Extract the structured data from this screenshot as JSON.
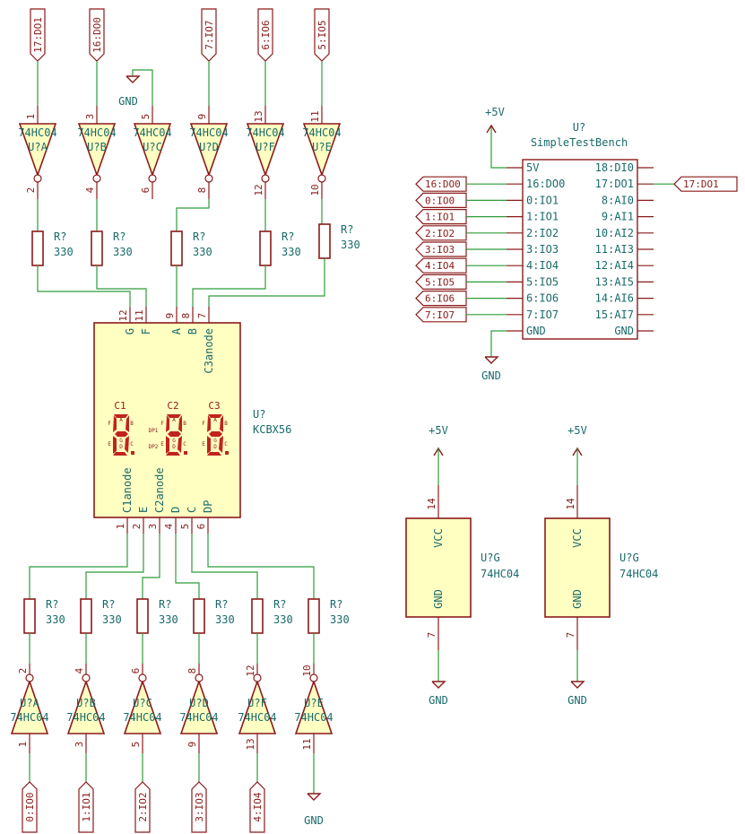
{
  "ic_name": "74HC04",
  "resistor_ref": "R?",
  "resistor_value": "330",
  "power": {
    "gnd": "GND",
    "vcc": "+5V"
  },
  "top_gates": [
    {
      "label": "17:DO1",
      "unit": "U?A",
      "in": "1",
      "out": "2",
      "type": "port"
    },
    {
      "label": "16:DO0",
      "unit": "U?B",
      "in": "3",
      "out": "4",
      "type": "port"
    },
    {
      "label": "GND",
      "unit": "U?C",
      "in": "5",
      "out": "6",
      "type": "gnd"
    },
    {
      "label": "7:IO7",
      "unit": "U?D",
      "in": "9",
      "out": "8",
      "type": "port"
    },
    {
      "label": "6:IO6",
      "unit": "U?F",
      "in": "13",
      "out": "12",
      "type": "port"
    },
    {
      "label": "5:IO5",
      "unit": "U?E",
      "in": "11",
      "out": "10",
      "type": "port"
    }
  ],
  "bottom_gates": [
    {
      "label": "0:IO0",
      "unit": "U?A",
      "in": "1",
      "out": "2",
      "type": "port"
    },
    {
      "label": "1:IO1",
      "unit": "U?B",
      "in": "3",
      "out": "4",
      "type": "port"
    },
    {
      "label": "2:IO2",
      "unit": "U?C",
      "in": "5",
      "out": "6",
      "type": "port"
    },
    {
      "label": "3:IO3",
      "unit": "U?D",
      "in": "9",
      "out": "8",
      "type": "port"
    },
    {
      "label": "4:IO4",
      "unit": "U?F",
      "in": "13",
      "out": "12",
      "type": "port"
    },
    {
      "label": "GND",
      "unit": "U?E",
      "in": "11",
      "out": "10",
      "type": "gnd"
    }
  ],
  "display": {
    "ref": "U?",
    "value": "KCBX56",
    "digits": [
      "C1",
      "C2",
      "C3"
    ],
    "dp1": "DP1",
    "dp2": "DP2",
    "top_pins": [
      {
        "num": "12",
        "name": "G"
      },
      {
        "num": "11",
        "name": "F"
      },
      {
        "num": "9",
        "name": "A"
      },
      {
        "num": "8",
        "name": "B"
      },
      {
        "num": "7",
        "name": "C3anode"
      }
    ],
    "bottom_pins": [
      {
        "num": "1",
        "name": "C1anode"
      },
      {
        "num": "2",
        "name": "E"
      },
      {
        "num": "3",
        "name": "C2anode"
      },
      {
        "num": "4",
        "name": "D"
      },
      {
        "num": "5",
        "name": "C"
      },
      {
        "num": "6",
        "name": "DP"
      }
    ],
    "seg_letters": [
      "A",
      "B",
      "C",
      "D",
      "E",
      "F",
      "G"
    ]
  },
  "testbench": {
    "ref": "U?",
    "name": "SimpleTestBench",
    "left_pins": [
      "5V",
      "16:DO0",
      "0:IO1",
      "1:IO1",
      "2:IO2",
      "3:IO3",
      "4:IO4",
      "5:IO5",
      "6:IO6",
      "7:IO7",
      "GND"
    ],
    "right_pins": [
      "18:DI0",
      "17:DO1",
      "8:AI0",
      "9:AI1",
      "10:AI2",
      "11:AI3",
      "12:AI4",
      "13:AI5",
      "14:AI6",
      "15:AI7",
      "GND"
    ],
    "left_ports": [
      "16:DO0",
      "0:IO0",
      "1:IO1",
      "2:IO2",
      "3:IO3",
      "4:IO4",
      "5:IO5",
      "6:IO6",
      "7:IO7"
    ],
    "right_port": "17:DO1"
  },
  "power_units": [
    {
      "ref": "U?G",
      "value": "74HC04",
      "vcc_pin": "14",
      "gnd_pin": "7",
      "vcc_name": "VCC",
      "gnd_name": "GND"
    },
    {
      "ref": "U?G",
      "value": "74HC04",
      "vcc_pin": "14",
      "gnd_pin": "7",
      "vcc_name": "VCC",
      "gnd_name": "GND"
    }
  ]
}
